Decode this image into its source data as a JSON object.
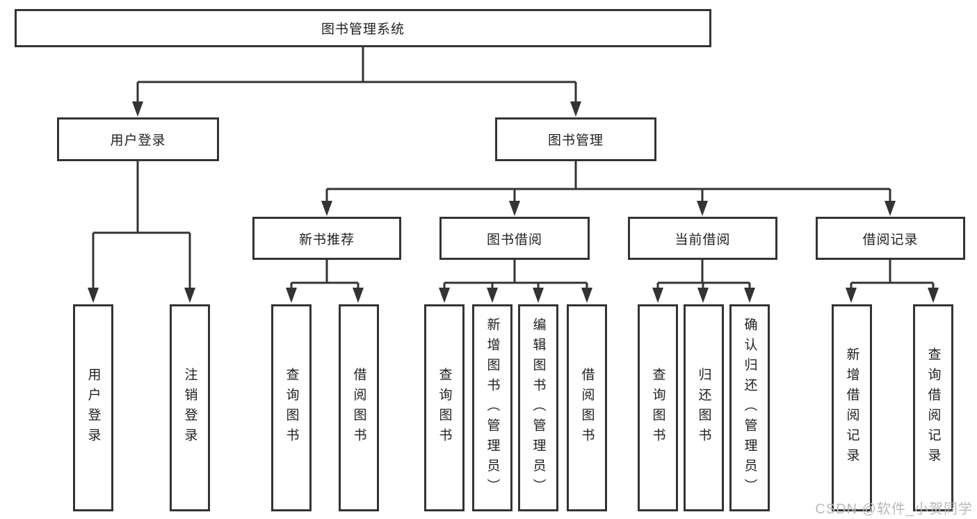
{
  "diagram": {
    "title": "图书管理系统",
    "root": {
      "label": "图书管理系统"
    },
    "branches": [
      {
        "label": "用户登录",
        "children": [
          {
            "label": "用户登录"
          },
          {
            "label": "注销登录"
          }
        ]
      },
      {
        "label": "图书管理",
        "children": [
          {
            "label": "新书推荐",
            "children": [
              {
                "label": "查询图书"
              },
              {
                "label": "借阅图书"
              }
            ]
          },
          {
            "label": "图书借阅",
            "children": [
              {
                "label": "查询图书"
              },
              {
                "label": "新增图书（管理员）"
              },
              {
                "label": "编辑图书（管理员）"
              },
              {
                "label": "借阅图书"
              }
            ]
          },
          {
            "label": "当前借阅",
            "children": [
              {
                "label": "查询图书"
              },
              {
                "label": "归还图书"
              },
              {
                "label": "确认归还（管理员）"
              }
            ]
          },
          {
            "label": "借阅记录",
            "children": [
              {
                "label": "新增借阅记录"
              },
              {
                "label": "查询借阅记录"
              }
            ]
          }
        ]
      }
    ]
  },
  "watermark": {
    "text": "CSDN @软件_小贺同学"
  },
  "colors": {
    "line": "#333333",
    "box_border": "#333333",
    "text": "#1f1f1f",
    "watermark": "#b9b9b9",
    "background": "#ffffff"
  }
}
